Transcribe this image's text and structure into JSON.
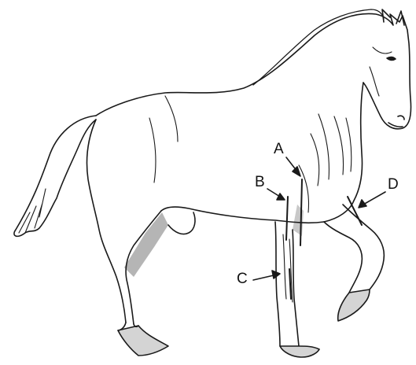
{
  "labels": {
    "a": "A",
    "b": "B",
    "c": "C",
    "d": "D"
  },
  "colors": {
    "stroke": "#1a1a1a",
    "shadow": "#b5b5b5",
    "hoof": "#d4d4d4",
    "background": "#ffffff"
  }
}
